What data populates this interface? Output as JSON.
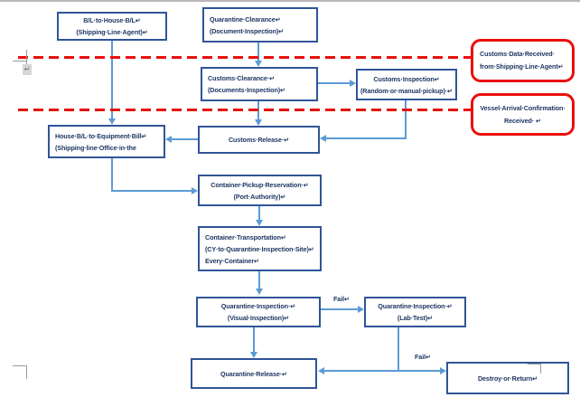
{
  "document": {
    "type": "word-flowchart-page",
    "background": "#ffffff"
  },
  "colors": {
    "box_border": "#2F5597",
    "box_text": "#1F3864",
    "connector": "#5B9BD5",
    "alert_border": "#E8100C",
    "phase_divider": "#E8100C",
    "artifact_gray": "#9B9B9B"
  },
  "flowchart": {
    "boxes": {
      "bl_to_house": {
        "lines": [
          "B/L·to·House·B/L↵",
          "(Shipping·Line·Agent)↵"
        ]
      },
      "quarantine_clearance": {
        "lines": [
          "Quarantine·Clearance↵",
          "(Document·Inspection)↵"
        ]
      },
      "customs_clearance": {
        "lines": [
          "Customs·Clearance·↵",
          "(Documents·Inspection)↵"
        ]
      },
      "customs_inspection": {
        "lines": [
          "Customs·Inspection↵",
          "(Random·or·manual·pickup)·↵"
        ]
      },
      "customs_release": {
        "lines": [
          "Customs·Release·↵"
        ]
      },
      "house_bl_to_equipment": {
        "lines": [
          "House·B/L·to·Equipment·Bill↵",
          "(Shipping·line·Office·in·the"
        ]
      },
      "container_pickup": {
        "lines": [
          "Container·Pickup·Reservation·↵",
          "(Port·Authority)↵"
        ]
      },
      "container_transport": {
        "lines": [
          "Container·Transportation↵",
          "(CY·to·Quarantine·Inspection·Site)↵",
          "Every·Container↵"
        ]
      },
      "quarantine_inspection_visual": {
        "lines": [
          "Quarantine·Inspection·↵",
          "(Visual·Inspection)↵"
        ]
      },
      "quarantine_inspection_lab": {
        "lines": [
          "Quarantine·Inspection·↵",
          "(Lab·Test)↵"
        ]
      },
      "quarantine_release": {
        "lines": [
          "Quarantine·Release·↵"
        ]
      },
      "destroy_or_return": {
        "lines": [
          "Destroy·or·Return↵"
        ]
      }
    },
    "callouts": {
      "customs_data": {
        "lines": [
          "Customs·Data·Received·",
          "from·Shipping·Line·Agent↵"
        ]
      },
      "vessel_arrival": {
        "lines": [
          "Vessel·Arrival·Confirmation·",
          "Received· ↵"
        ]
      }
    },
    "labels": {
      "fail_visual": "Fail↵",
      "fail_lab": "Fail↵"
    },
    "marks": {
      "paragraph_mark": "↵"
    }
  }
}
